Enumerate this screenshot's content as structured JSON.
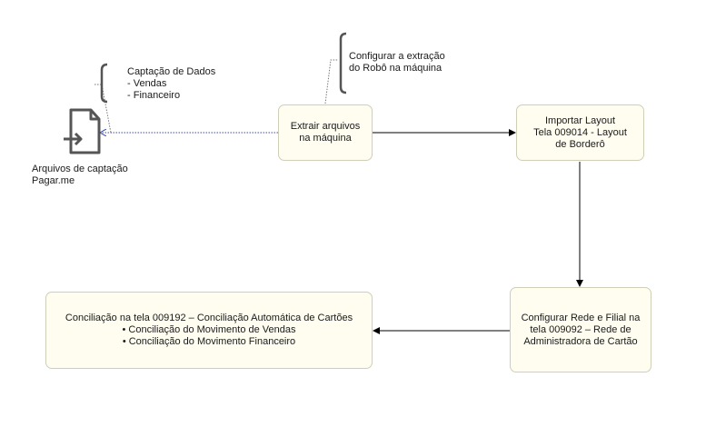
{
  "nodes": {
    "extract": {
      "lines": [
        "Extrair arquivos",
        "na máquina"
      ]
    },
    "import": {
      "lines": [
        "Importar Layout",
        "Tela 009014 - Layout",
        "de Borderô"
      ]
    },
    "configure": {
      "lines": [
        "Configurar Rede e Filial na",
        "tela 009092 – Rede de",
        "Administradora de Cartão"
      ]
    },
    "reconcile": {
      "lines": [
        "Conciliação na tela 009192 – Conciliação Automática de Cartões",
        "• Conciliação do Movimento de Vendas",
        "• Conciliação do Movimento Financeiro"
      ]
    }
  },
  "notes": {
    "capture": {
      "lines": [
        "Captação de Dados",
        "- Vendas",
        "- Financeiro"
      ]
    },
    "robot": {
      "lines": [
        "Configurar a extração",
        "do Robô na máquina"
      ]
    }
  },
  "file_icon": {
    "icon": "file-import-icon",
    "caption": [
      "Arquivos de captação",
      "Pagar.me"
    ]
  },
  "colors": {
    "node_fill": "#fefdf0",
    "node_border": "#cfcfb8",
    "arrow": "#000000",
    "dotted_link": "#3b4aa8",
    "icon": "#555555"
  }
}
